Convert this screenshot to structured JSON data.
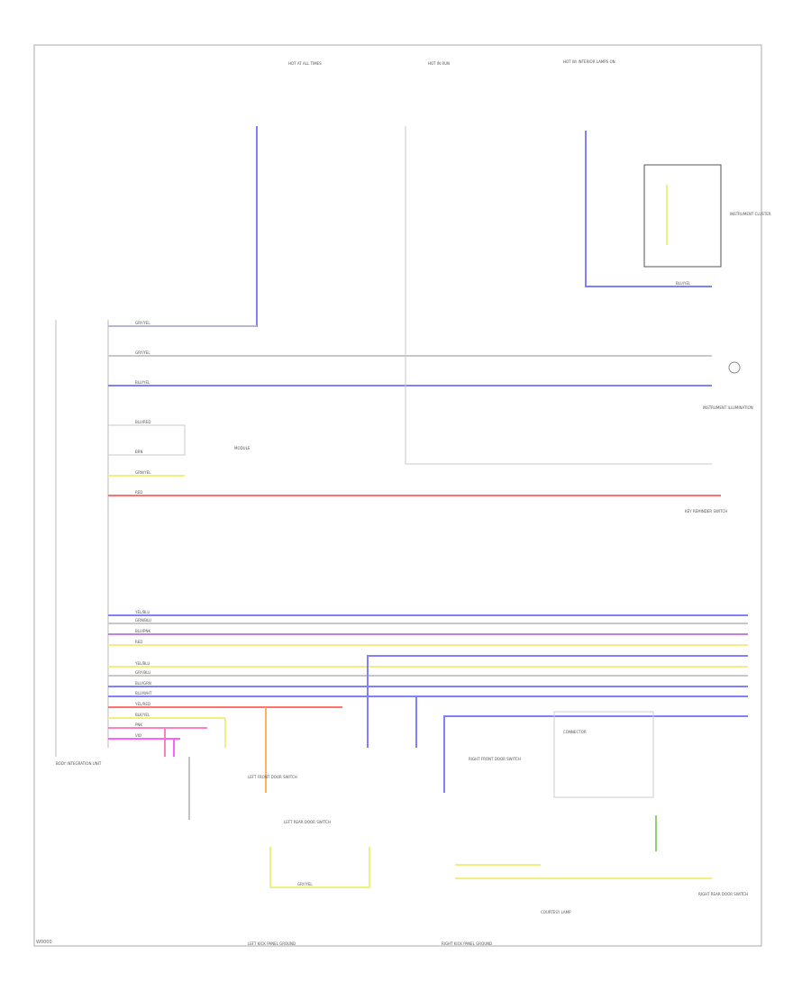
{
  "diagram_code": "W0000",
  "components": {
    "fuse_top_left": "HOT AT ALL TIMES",
    "fuse_top_mid": "HOT IN RUN",
    "fuse_top_right": "HOT W/ INTERIOR LAMPS ON",
    "cluster": "INSTRUMENT CLUSTER",
    "illumination": "INSTRUMENT ILLUMINATION",
    "key_reminder": "KEY REMINDER SWITCH",
    "body_module": "BODY INTEGRATION UNIT",
    "door_switch_lf": "LEFT FRONT DOOR SWITCH",
    "door_switch_rf": "RIGHT FRONT DOOR SWITCH",
    "door_switch_lr": "LEFT REAR DOOR SWITCH",
    "door_switch_rr": "RIGHT REAR DOOR SWITCH",
    "courtesy_lamp": "COURTESY LAMP",
    "ground_left": "LEFT KICK PANEL GROUND",
    "ground_right": "RIGHT KICK PANEL GROUND",
    "connector": "CONNECTOR",
    "module_ref": "MODULE"
  },
  "wires": [
    "GRY/YEL",
    "GRY/YEL",
    "BLU/YEL",
    "BLU/RED",
    "RED",
    "YEL/BLU",
    "GRN/BLU",
    "BLU/PNK",
    "RED",
    "YEL/BLU",
    "GRY/BLU",
    "BLU/GRN",
    "BLU/WHT",
    "YEL/RED",
    "BLK/YEL",
    "PNK",
    "VIO",
    "BRN",
    "GRN/YEL",
    "BLU/YEL",
    "GRY/YEL"
  ],
  "colors": {
    "blue": "#8080ff",
    "red": "#ff7070",
    "yellow": "#f0f080",
    "purple": "#c080e0",
    "gray": "#c8c8c8",
    "orange": "#ffb060",
    "pink": "#ff80c0",
    "magenta": "#ff60ff",
    "green": "#90d070"
  }
}
